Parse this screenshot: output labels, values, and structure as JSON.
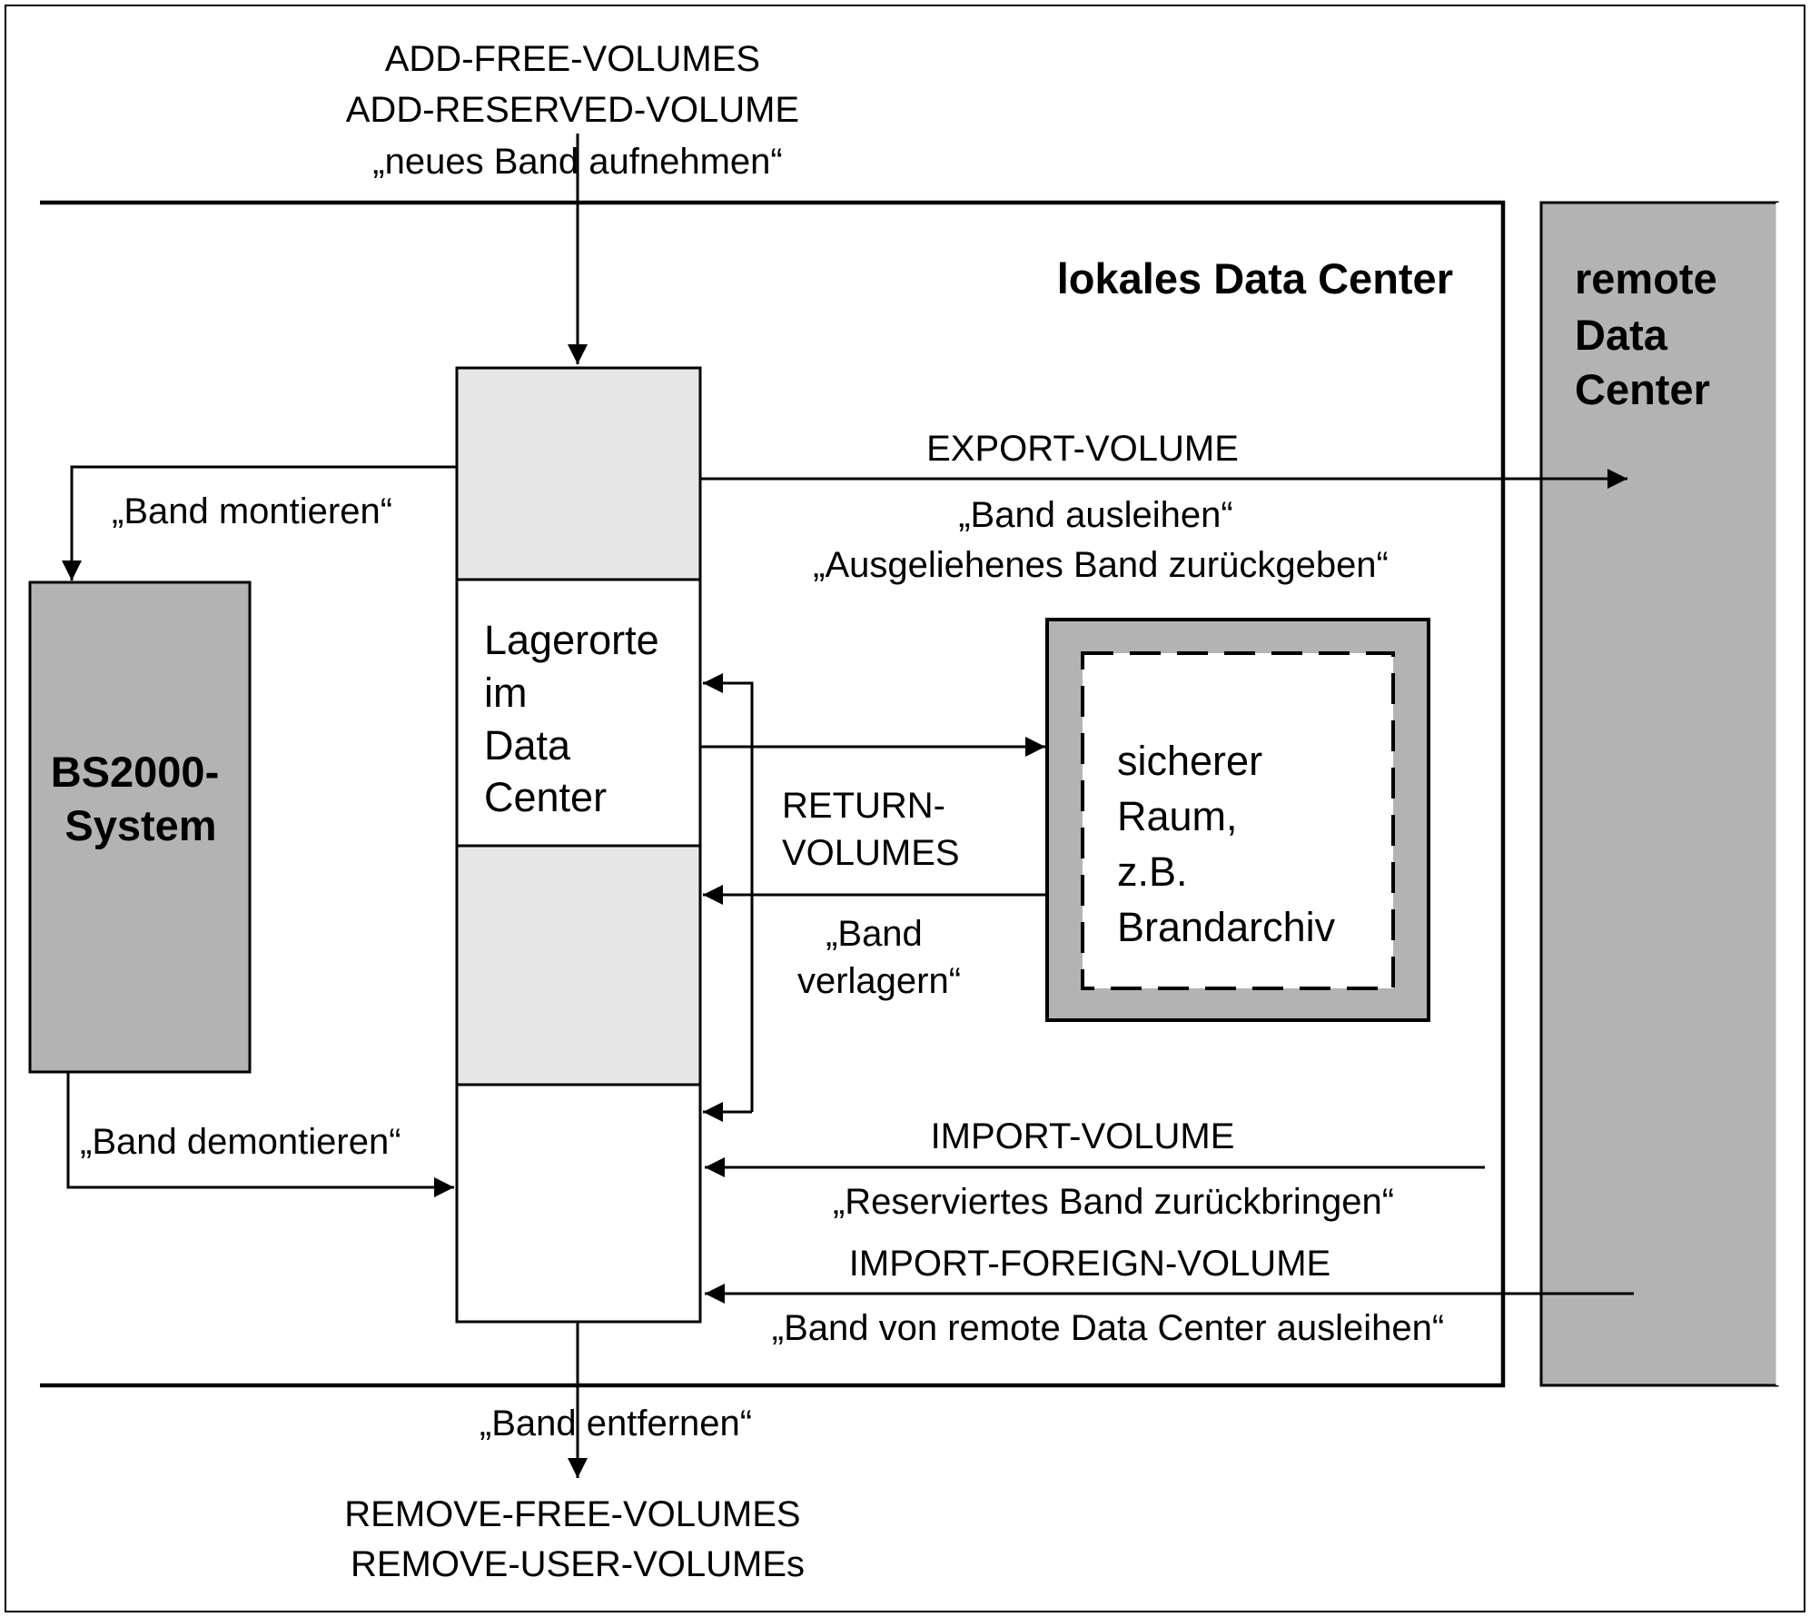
{
  "top_commands": [
    "ADD-FREE-VOLUMES",
    "ADD-RESERVED-VOLUME",
    "„neues Band aufnehmen“"
  ],
  "local_title": "lokales Data Center",
  "remote_title": [
    "remote",
    "Data",
    "Center"
  ],
  "bs2000": [
    "BS2000-",
    "System"
  ],
  "storage": [
    "Lagerorte",
    "im",
    "Data",
    "Center"
  ],
  "safe_room": [
    "sicherer",
    "Raum,",
    "z.B.",
    "Brandarchiv"
  ],
  "mount": "„Band montieren“",
  "unmount": "„Band demontieren“",
  "export_cmd": "EXPORT-VOLUME",
  "export_desc": [
    "„Band ausleihen“",
    "„Ausgeliehenes Band zurückgeben“"
  ],
  "return_cmd": [
    "RETURN-",
    "VOLUMES"
  ],
  "return_desc": [
    "„Band",
    "verlagern“"
  ],
  "import_cmd": "IMPORT-VOLUME",
  "import_desc": "„Reserviertes Band zurückbringen“",
  "import_foreign_cmd": "IMPORT-FOREIGN-VOLUME",
  "import_foreign_desc": "„Band von remote Data Center ausleihen“",
  "remove_desc": "„Band entfernen“",
  "bottom_commands": [
    "REMOVE-FREE-VOLUMES",
    "REMOVE-USER-VOLUMEs"
  ],
  "colors": {
    "gray": "#b3b3b3",
    "light_gray": "#e6e6e6",
    "line": "#000000"
  }
}
